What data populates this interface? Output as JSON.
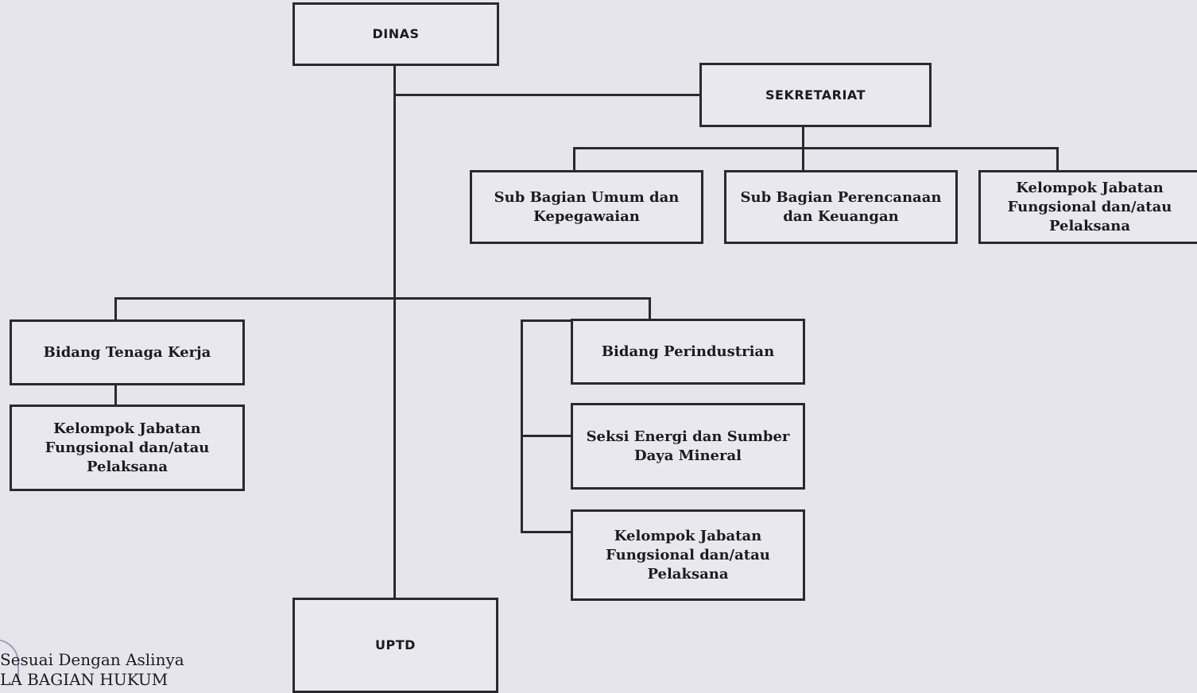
{
  "org_chart": {
    "head": "DINAS",
    "secretariat": "SEKRETARIAT",
    "secretariat_units": [
      "Sub Bagian Umum dan\nKepegawaian",
      "Sub Bagian Perencanaan\ndan Keuangan",
      "Kelompok Jabatan\nFungsional dan/atau\nPelaksana"
    ],
    "bidang_tenaga_kerja": "Bidang Tenaga Kerja",
    "bidang_tenaga_kerja_group": "Kelompok Jabatan\nFungsional dan/atau\nPelaksana",
    "bidang_perindustrian": "Bidang Perindustrian",
    "seksi_energi": "Seksi Energi dan Sumber\nDaya Mineral",
    "bidang_perindustrian_group": "Kelompok Jabatan\nFungsional dan/atau\nPelaksana",
    "uptd": "UPTD"
  },
  "footer": {
    "line1": "Sesuai Dengan Aslinya",
    "line2": "LA BAGIAN HUKUM"
  }
}
